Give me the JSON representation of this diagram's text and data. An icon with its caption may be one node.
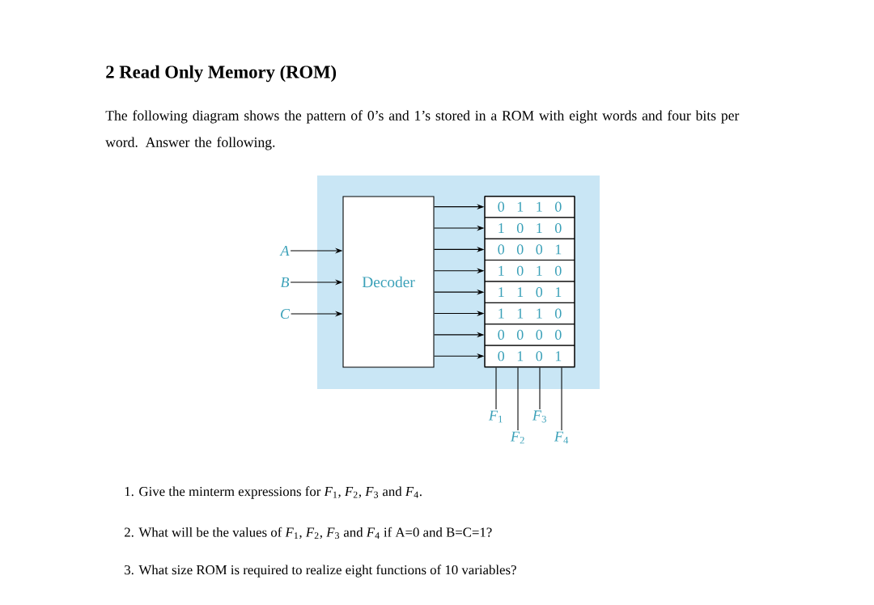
{
  "diagram": {
    "title": "2 Read Only Memory (ROM)",
    "nodes": [
      {
        "text": [
          "A"
        ]
      },
      {
        "text": [
          "B"
        ]
      },
      {
        "text": [
          "C"
        ]
      },
      {
        "text": [
          "Decoder"
        ]
      },
      {
        "text": [],
        "shape": "box"
      },
      {
        "text": [
          "0 1 1 0"
        ],
        "in": 4
      },
      {
        "text": [
          "1 0 1 0"
        ],
        "in": 4
      },
      {
        "text": [
          "0 0 0 1"
        ],
        "in": 4
      },
      {
        "text": [
          "1 0 1 0"
        ],
        "in": 4
      },
      {
        "text": [
          "1 1 0 1"
        ],
        "in": 4
      },
      {
        "text": [
          "1 1 1 0"
        ],
        "in": 4
      },
      {
        "text": [
          "0 0 0 0"
        ],
        "in": 4
      },
      {
        "text": [
          "0 1 0 1"
        ],
        "in": 4
      },
      {
        "text": [
          "*F*$_{1}$"
        ]
      },
      {
        "text": [
          "*F*$_{2}$"
        ]
      },
      {
        "text": [
          "*F*$_{3}$"
        ]
      },
      {
        "text": [
          "*F*$_{4}$"
        ]
      }
    ],
    "edges": [
      {
        "from": 0,
        "to": 3,
        "arrow": "to"
      },
      {
        "from": 1,
        "to": 3,
        "arrow": "to"
      },
      {
        "from": 2,
        "to": 3,
        "arrow": "to"
      },
      {
        "from": 3,
        "to": 5,
        "arrow": "to"
      },
      {
        "from": 3,
        "to": 6,
        "arrow": "to"
      },
      {
        "from": 3,
        "to": 7,
        "arrow": "to"
      },
      {
        "from": 3,
        "to": 8,
        "arrow": "to"
      },
      {
        "from": 3,
        "to": 9,
        "arrow": "to"
      },
      {
        "from": 3,
        "to": 10,
        "arrow": "to"
      },
      {
        "from": 3,
        "to": 11,
        "arrow": "to"
      },
      {
        "from": 3,
        "to": 12,
        "arrow": "to"
      },
      {
        "from": 4,
        "to": 13,
        "arrow": "none"
      },
      {
        "from": 4,
        "to": 14,
        "arrow": "none"
      },
      {
        "from": 4,
        "to": 15,
        "arrow": "none"
      },
      {
        "from": 4,
        "to": 16,
        "arrow": "none"
      }
    ],
    "labels": [
      "The following diagram shows the pattern of 0’s and 1’s stored in a ROM with eight words and four bits per word. Answer the following.",
      "1. Give the minterm expressions for *F*$_{1}$, *F*$_{2}$, *F*$_{3}$ and *F*$_{4}$.",
      "2. What will be the values of *F*$_{1}$, *F*$_{2}$, *F*$_{3}$ and *F*$_{4}$ if A=0 and B=C=1?",
      "3. What size ROM is required to realize eight functions of 10 variables?"
    ]
  }
}
